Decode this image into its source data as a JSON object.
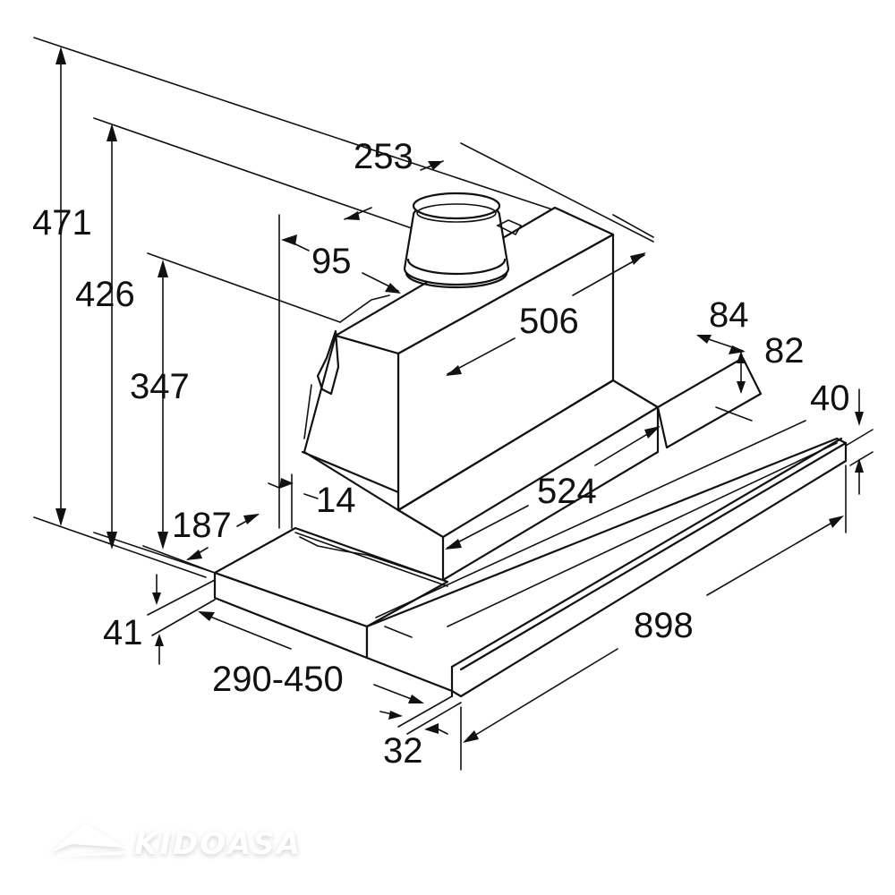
{
  "diagram": {
    "subject": "Telescopic cooker hood dimension drawing",
    "units": "mm",
    "dimensions": {
      "total_height": "471",
      "height_426": "426",
      "height_347": "347",
      "duct_offset": "95",
      "top_width": "253",
      "body_depth": "506",
      "side_84": "84",
      "side_82": "82",
      "front_40": "40",
      "body_width": "524",
      "wall_gap": "14",
      "depth_187": "187",
      "panel_41": "41",
      "extension": "290-450",
      "front_32": "32",
      "total_width": "898"
    },
    "colors": {
      "line": "#111111",
      "background": "#ffffff",
      "watermark": "#ffffff"
    }
  },
  "watermark": {
    "text": "KIDOASA",
    "icon": "kidoasa-logo-icon"
  }
}
